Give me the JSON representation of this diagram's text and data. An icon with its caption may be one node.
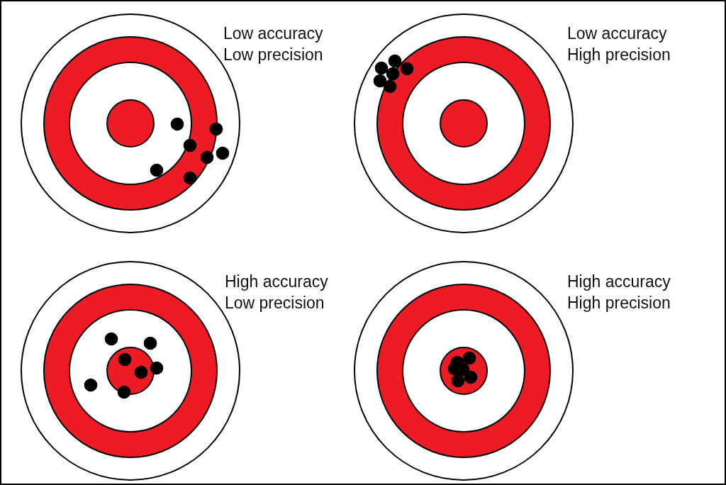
{
  "diagram": {
    "nodes": [
      {
        "text": [
          "Low accuracy",
          "Low precision"
        ]
      },
      {
        "text": [
          "Low accuracy",
          "High precision"
        ]
      },
      {
        "text": [
          "High accuracy",
          "Low precision"
        ]
      },
      {
        "text": [
          "High accuracy",
          "High precision"
        ]
      }
    ]
  }
}
